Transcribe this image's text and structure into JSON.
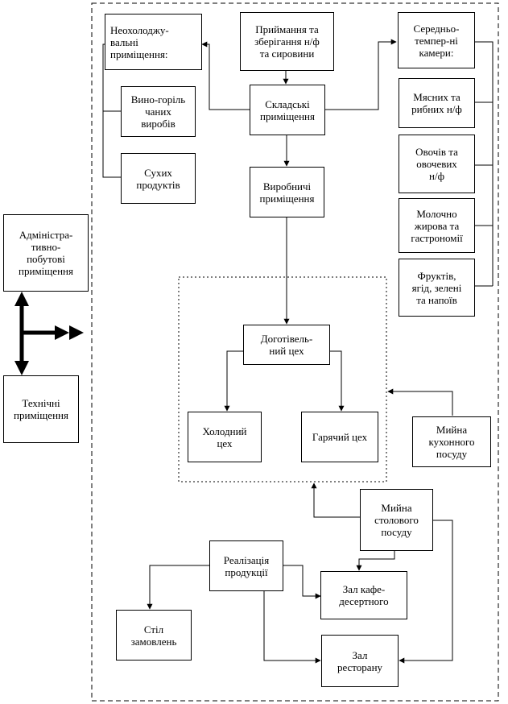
{
  "nodes": {
    "unrefrigerated": "Неохолоджу-\nвальні\nприміщення:",
    "reception": "Приймання та\nзберігання н/ф\nта сировини",
    "medium_temp": "Середньо-\nтемпер-ні\nкамери:",
    "wine": "Вино-горіль\nчаних\nвиробів",
    "storage": "Складські\nприміщення",
    "meat_fish": "Мясних та\nрибних н/ф",
    "dry": "Сухих\nпродуктів",
    "production": "Виробничі\nприміщення",
    "vegetables": "Овочів та\nовочевих\nн/ф",
    "dairy": "Молочно\nжирова та\nгастрономії",
    "fruits": "Фруктів,\nягід, зелені\nта напоїв",
    "admin": "Адміністра-\nтивно-\nпобутові\nприміщення",
    "technical": "Технічні\nприміщення",
    "prep_shop": "Доготівель-\nний цех",
    "cold_shop": "Холодний\nцех",
    "hot_shop": "Гарячий цех",
    "kitchen_wash": "Мийна\nкухонного\nпосуду",
    "table_wash": "Мийна\nстолового\nпосуду",
    "sales": "Реалізація\nпродукції",
    "cafe_hall": "Зал кафе-\nдесертного",
    "orders_table": "Стіл\nзамовлень",
    "restaurant_hall": "Зал\nресторану"
  }
}
